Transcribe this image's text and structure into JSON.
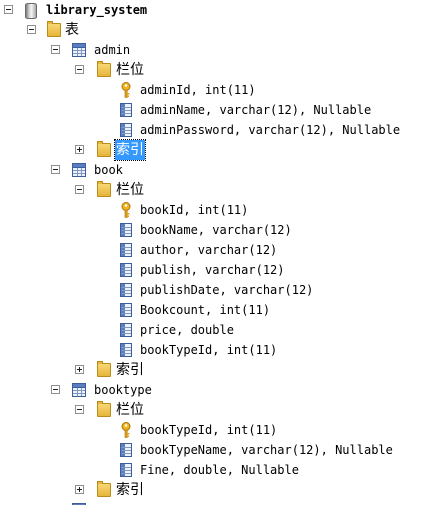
{
  "tree": {
    "database": {
      "name": "library_system",
      "icon": "database-icon",
      "tables_folder": {
        "label": "表",
        "icon": "folder-icon",
        "tables": [
          {
            "name": "admin",
            "icon": "table-icon",
            "columns_folder_label": "栏位",
            "columns": [
              {
                "text": "adminId, int(11)",
                "icon": "key-icon"
              },
              {
                "text": "adminName, varchar(12), Nullable",
                "icon": "column-icon"
              },
              {
                "text": "adminPassword, varchar(12), Nullable",
                "icon": "column-icon"
              }
            ],
            "index_folder_label": "索引",
            "index_selected": true
          },
          {
            "name": "book",
            "icon": "table-icon",
            "columns_folder_label": "栏位",
            "columns": [
              {
                "text": "bookId, int(11)",
                "icon": "key-icon"
              },
              {
                "text": "bookName, varchar(12)",
                "icon": "column-icon"
              },
              {
                "text": "author, varchar(12)",
                "icon": "column-icon"
              },
              {
                "text": "publish, varchar(12)",
                "icon": "column-icon"
              },
              {
                "text": "publishDate, varchar(12)",
                "icon": "column-icon"
              },
              {
                "text": "Bookcount, int(11)",
                "icon": "column-icon"
              },
              {
                "text": "price, double",
                "icon": "column-icon"
              },
              {
                "text": "bookTypeId, int(11)",
                "icon": "column-icon"
              }
            ],
            "index_folder_label": "索引",
            "index_selected": false
          },
          {
            "name": "booktype",
            "icon": "table-icon",
            "columns_folder_label": "栏位",
            "columns": [
              {
                "text": "bookTypeId, int(11)",
                "icon": "key-icon"
              },
              {
                "text": "bookTypeName, varchar(12), Nullable",
                "icon": "column-icon"
              },
              {
                "text": "Fine, double, Nullable",
                "icon": "column-icon"
              }
            ],
            "index_folder_label": "索引",
            "index_selected": false
          }
        ]
      }
    }
  },
  "colors": {
    "selection": "#3399ff",
    "folder": "#e6b53a",
    "table": "#3b5f9c",
    "key": "#f2b21b"
  }
}
